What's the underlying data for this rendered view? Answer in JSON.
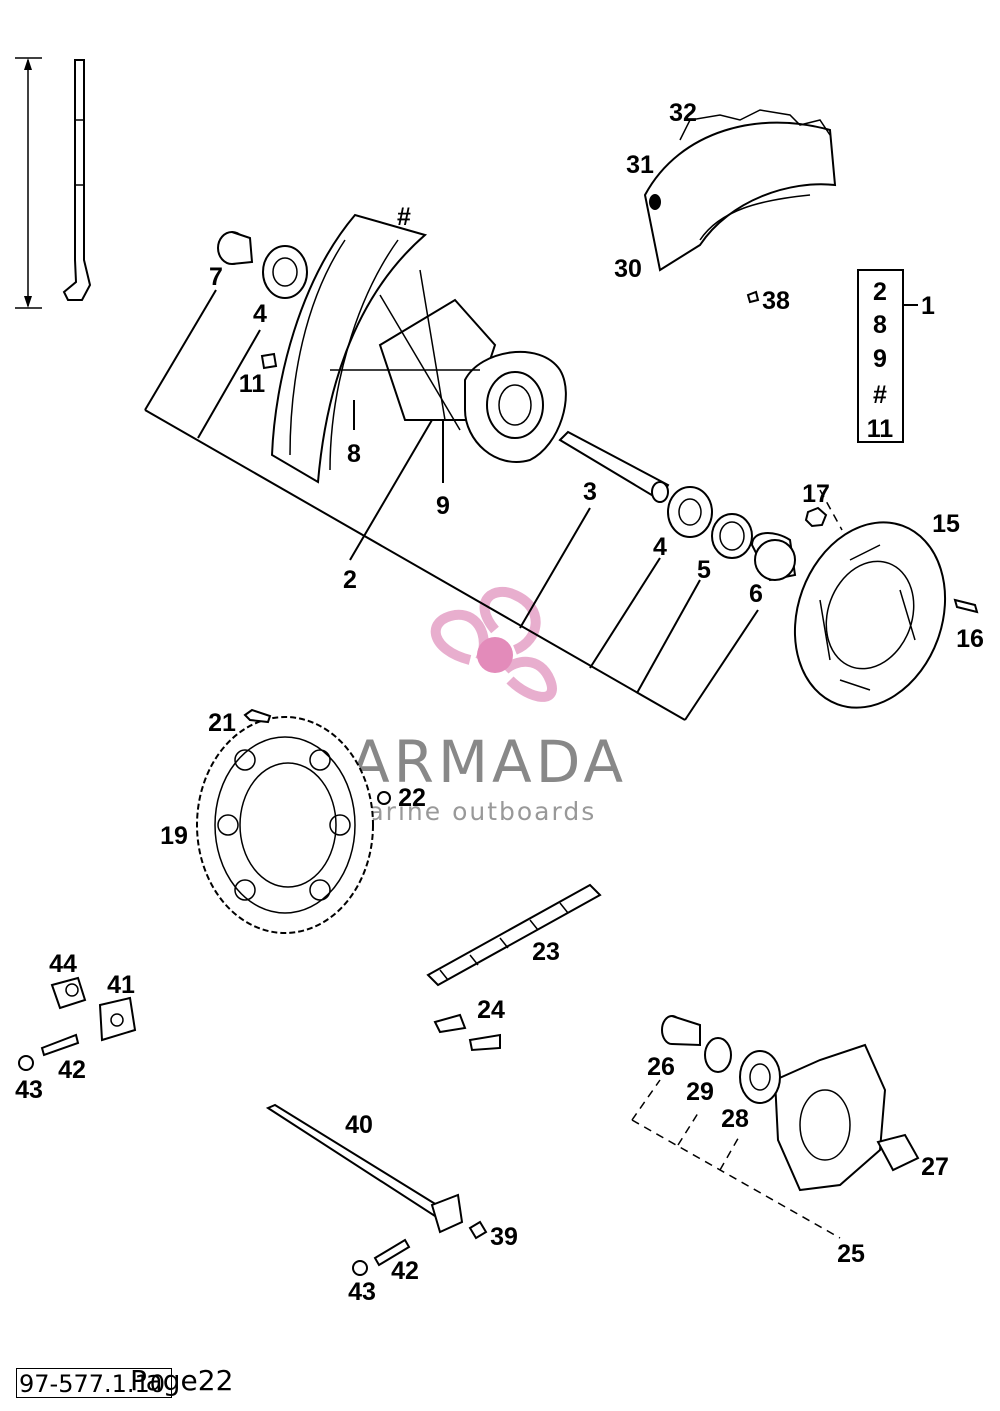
{
  "callouts": [
    {
      "id": "1",
      "text": "1"
    },
    {
      "id": "2",
      "text": "2"
    },
    {
      "id": "3",
      "text": "3"
    },
    {
      "id": "4a",
      "text": "4"
    },
    {
      "id": "4b",
      "text": "4"
    },
    {
      "id": "5",
      "text": "5"
    },
    {
      "id": "6",
      "text": "6"
    },
    {
      "id": "7",
      "text": "7"
    },
    {
      "id": "8",
      "text": "8"
    },
    {
      "id": "9",
      "text": "9"
    },
    {
      "id": "11",
      "text": "11"
    },
    {
      "id": "hash",
      "text": "#"
    },
    {
      "id": "15",
      "text": "15"
    },
    {
      "id": "16",
      "text": "16"
    },
    {
      "id": "17",
      "text": "17"
    },
    {
      "id": "19",
      "text": "19"
    },
    {
      "id": "21",
      "text": "21"
    },
    {
      "id": "22",
      "text": "22"
    },
    {
      "id": "23",
      "text": "23"
    },
    {
      "id": "24",
      "text": "24"
    },
    {
      "id": "25",
      "text": "25"
    },
    {
      "id": "26",
      "text": "26"
    },
    {
      "id": "27",
      "text": "27"
    },
    {
      "id": "28",
      "text": "28"
    },
    {
      "id": "29",
      "text": "29"
    },
    {
      "id": "30",
      "text": "30"
    },
    {
      "id": "31",
      "text": "31"
    },
    {
      "id": "32",
      "text": "32"
    },
    {
      "id": "38",
      "text": "38"
    },
    {
      "id": "39",
      "text": "39"
    },
    {
      "id": "40",
      "text": "40"
    },
    {
      "id": "41",
      "text": "41"
    },
    {
      "id": "42a",
      "text": "42"
    },
    {
      "id": "42b",
      "text": "42"
    },
    {
      "id": "43a",
      "text": "43"
    },
    {
      "id": "43b",
      "text": "43"
    },
    {
      "id": "44",
      "text": "44"
    }
  ],
  "legend": {
    "items": [
      "2",
      "8",
      "9",
      "#",
      "11"
    ],
    "parent": "1"
  },
  "watermark": {
    "title": "ARMADA",
    "subtitle": "marine outboards",
    "colors": {
      "logo": "#e6a6c9",
      "logo_dot": "#e07fb3",
      "text": "#888888"
    }
  },
  "footer": {
    "code": "97-577.1.10",
    "page": "Page22"
  }
}
